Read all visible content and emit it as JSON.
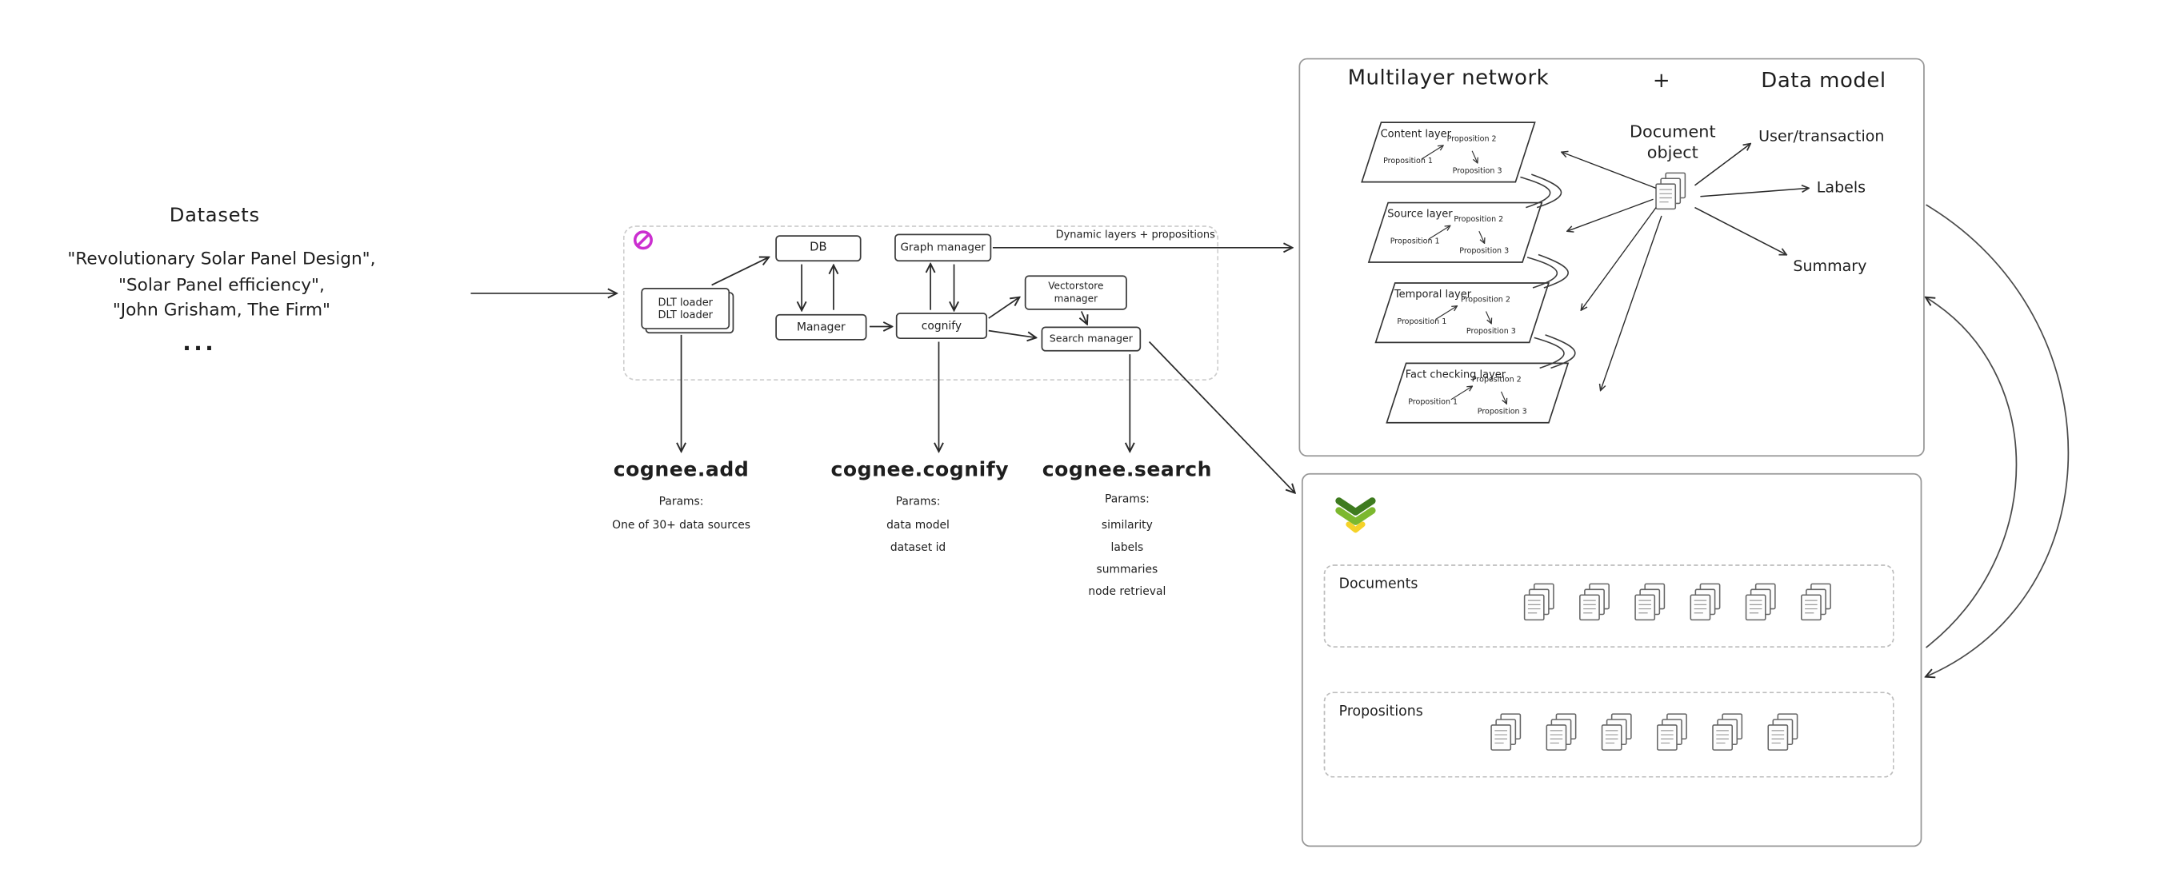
{
  "datasets": {
    "title": "Datasets",
    "lines": [
      "\"Revolutionary Solar Panel Design\",",
      "\"Solar Panel efficiency\",",
      "\"John Grisham, The Firm\""
    ],
    "more": "..."
  },
  "pipeline": {
    "dlt_loader_top": "DLT loader",
    "dlt_loader_bottom": "DLT loader",
    "db": "DB",
    "graph_manager": "Graph manager",
    "manager": "Manager",
    "cognify": "cognify",
    "vectorstore_line1": "Vectorstore",
    "vectorstore_line2": "manager",
    "search_manager": "Search manager",
    "output_arrow_label": "Dynamic layers + propositions"
  },
  "api_methods": [
    {
      "name": "cognee.add",
      "params_label": "Params:",
      "params": [
        "One of 30+ data sources"
      ]
    },
    {
      "name": "cognee.cognify",
      "params_label": "Params:",
      "params": [
        "data model",
        "dataset id"
      ]
    },
    {
      "name": "cognee.search",
      "params_label": "Params:",
      "params": [
        "similarity",
        "labels",
        "summaries",
        "node retrieval"
      ]
    }
  ],
  "multilayer": {
    "title": "Multilayer network",
    "plus": "+",
    "data_model": "Data model",
    "layers": [
      {
        "name": "Content layer",
        "p1": "Proposition 1",
        "p2": "Proposition 2",
        "p3": "Proposition 3"
      },
      {
        "name": "Source layer",
        "p1": "Proposition 1",
        "p2": "Proposition 2",
        "p3": "Proposition 3"
      },
      {
        "name": "Temporal layer",
        "p1": "Proposition 1",
        "p2": "Proposition 2",
        "p3": "Proposition 3"
      },
      {
        "name": "Fact checking layer",
        "p1": "Proposition 1",
        "p2": "Proposition 2",
        "p3": "Proposition 3"
      }
    ],
    "document_object_line1": "Document",
    "document_object_line2": "object",
    "outputs": [
      "User/transaction",
      "Labels",
      "Summary"
    ]
  },
  "vector_store": {
    "documents_label": "Documents",
    "propositions_label": "Propositions",
    "documents_count": 6,
    "propositions_count": 6
  },
  "colors": {
    "ink": "#1e1e1e",
    "magenta_logo": "#cb2fd0",
    "weaviate_green_dark": "#3e7b1f",
    "weaviate_green": "#7cb82f",
    "weaviate_yellow": "#f5d228",
    "panel_border": "#979797",
    "dashed_border": "#cdcdcd"
  }
}
